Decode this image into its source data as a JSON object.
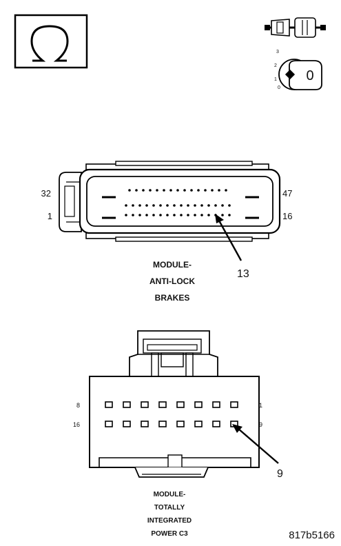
{
  "icons": {
    "ohmmeter": "ohm-icon",
    "connector_disconnect": "connector-disconnect-icon",
    "ignition": "ignition-key-icon"
  },
  "ignition_positions": [
    "3",
    "2",
    "1",
    "0"
  ],
  "ignition_key_label": "0",
  "abs_connector": {
    "label_lines": [
      "MODULE-",
      "ANTI-LOCK",
      "BRAKES"
    ],
    "pin_top_left": "32",
    "pin_bottom_left": "1",
    "pin_top_right": "47",
    "pin_bottom_right": "16",
    "callout_pin": "13"
  },
  "tipm_connector": {
    "label_lines": [
      "MODULE-",
      "TOTALLY",
      "INTEGRATED",
      "POWER C3"
    ],
    "pin_top_left": "8",
    "pin_bottom_left": "16",
    "pin_top_right": "1",
    "pin_bottom_right": "9",
    "callout_pin": "9"
  },
  "figure_id": "817b5166"
}
